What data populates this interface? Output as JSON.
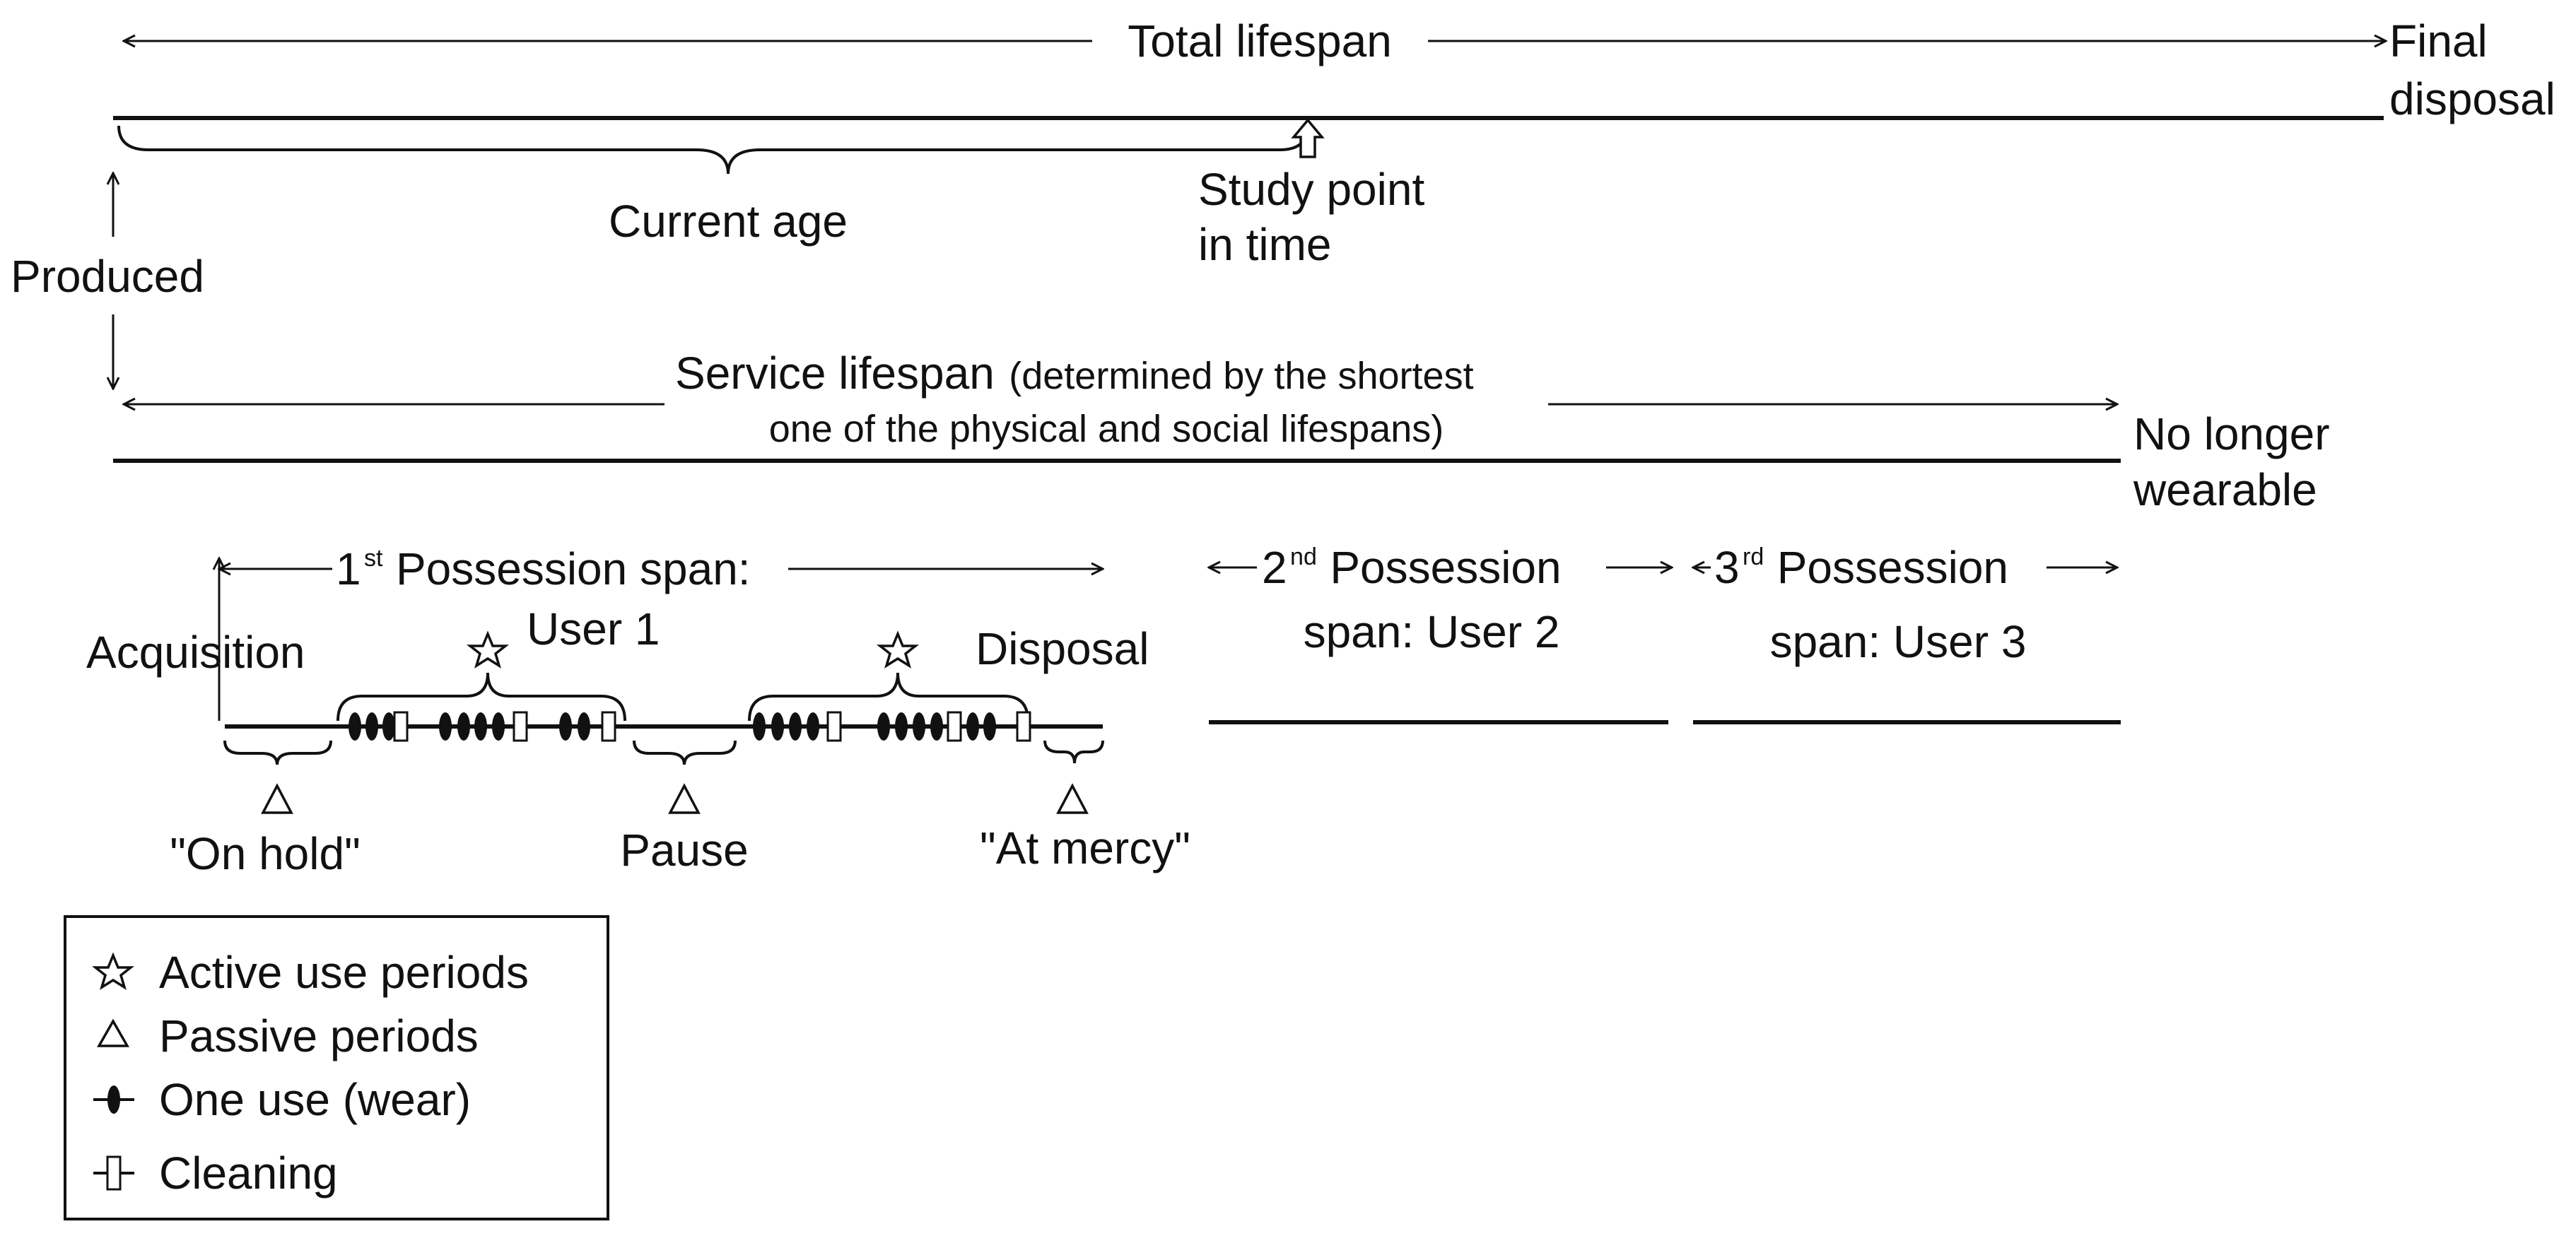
{
  "diagram": {
    "total_lifespan": {
      "label": "Total lifespan",
      "end_label_1": "Final",
      "end_label_2": "disposal"
    },
    "current_age": {
      "label": "Current age"
    },
    "study_point": {
      "label_1": "Study point",
      "label_2": "in time"
    },
    "produced": {
      "label": "Produced"
    },
    "service_lifespan": {
      "label": "Service lifespan",
      "note_1": "(determined by the shortest",
      "note_2": "one of the physical and social lifespans)",
      "end_label_1": "No longer",
      "end_label_2": "wearable"
    },
    "possession_1": {
      "num": "1",
      "sup": "st",
      "label_1": "Possession span:",
      "label_2": "User 1",
      "acquisition": "Acquisition",
      "disposal": "Disposal"
    },
    "possession_2": {
      "num": "2",
      "sup": "nd",
      "label_1": "Possession",
      "label_2": "span: User 2"
    },
    "possession_3": {
      "num": "3",
      "sup": "rd",
      "label_1": "Possession",
      "label_2": "span: User 3"
    },
    "passive": {
      "on_hold": "\"On hold\"",
      "pause": "Pause",
      "at_mercy": "\"At mercy\""
    },
    "legend": {
      "items": [
        {
          "icon": "star-icon",
          "label": "Active use periods"
        },
        {
          "icon": "triangle-icon",
          "label": "Passive periods"
        },
        {
          "icon": "use-mark-icon",
          "label": "One use (wear)"
        },
        {
          "icon": "cleaning-mark-icon",
          "label": "Cleaning"
        }
      ]
    },
    "colors": {
      "ink": "#111111",
      "background": "#ffffff"
    }
  }
}
